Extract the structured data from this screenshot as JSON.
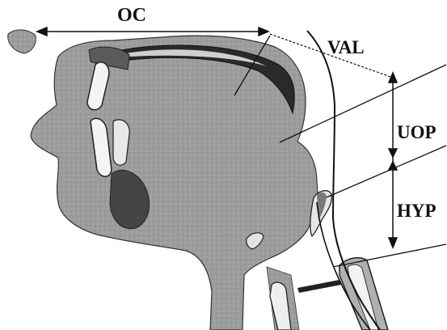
{
  "labels": {
    "oc": "OC",
    "val": "VAL",
    "uop": "UOP",
    "hyp": "HYP"
  },
  "colors": {
    "tissue": "#9a9a9a",
    "tissue_light": "#b8b8b8",
    "dark": "#4a4a4a",
    "line": "#111111",
    "background": "#ffffff"
  }
}
